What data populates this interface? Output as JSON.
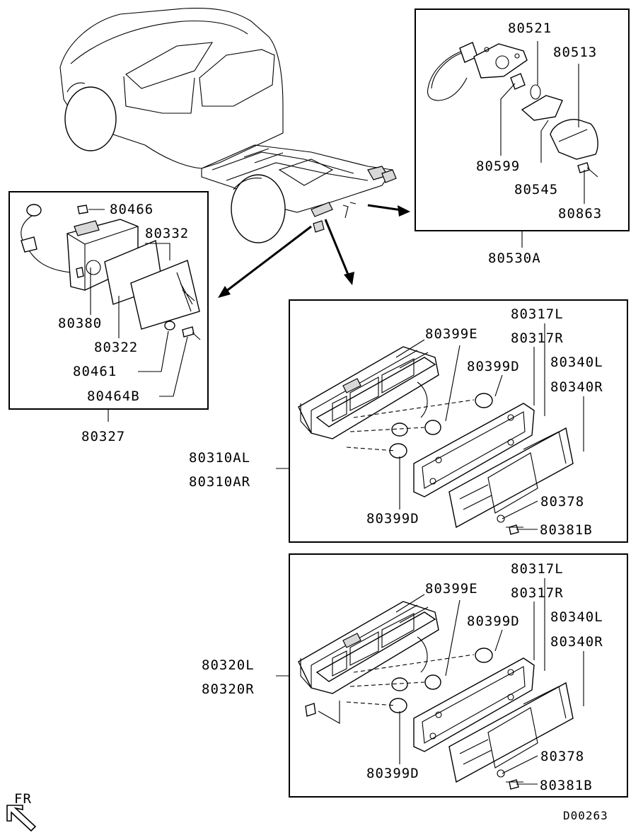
{
  "diagram_code": "D00263",
  "direction_label": "FR",
  "top_right_box": {
    "assembly": "80530A",
    "parts": [
      "80521",
      "80513",
      "80599",
      "80545",
      "80863"
    ]
  },
  "left_box": {
    "assembly": "80327",
    "parts": [
      "80466",
      "80332",
      "80380",
      "80322",
      "80461",
      "80464B"
    ]
  },
  "middle_box": {
    "assembly_l": "80310AL",
    "assembly_r": "80310AR",
    "parts": {
      "p317l": "80317L",
      "p317r": "80317R",
      "p399e": "80399E",
      "p399d_top": "80399D",
      "p340l": "80340L",
      "p340r": "80340R",
      "p378": "80378",
      "p381b": "80381B",
      "p399d_bottom": "80399D"
    }
  },
  "bottom_box": {
    "assembly_l": "80320L",
    "assembly_r": "80320R",
    "parts": {
      "p317l": "80317L",
      "p317r": "80317R",
      "p399e": "80399E",
      "p399d_top": "80399D",
      "p340l": "80340L",
      "p340r": "80340R",
      "p378": "80378",
      "p381b": "80381B",
      "p399d_bottom": "80399D"
    }
  }
}
